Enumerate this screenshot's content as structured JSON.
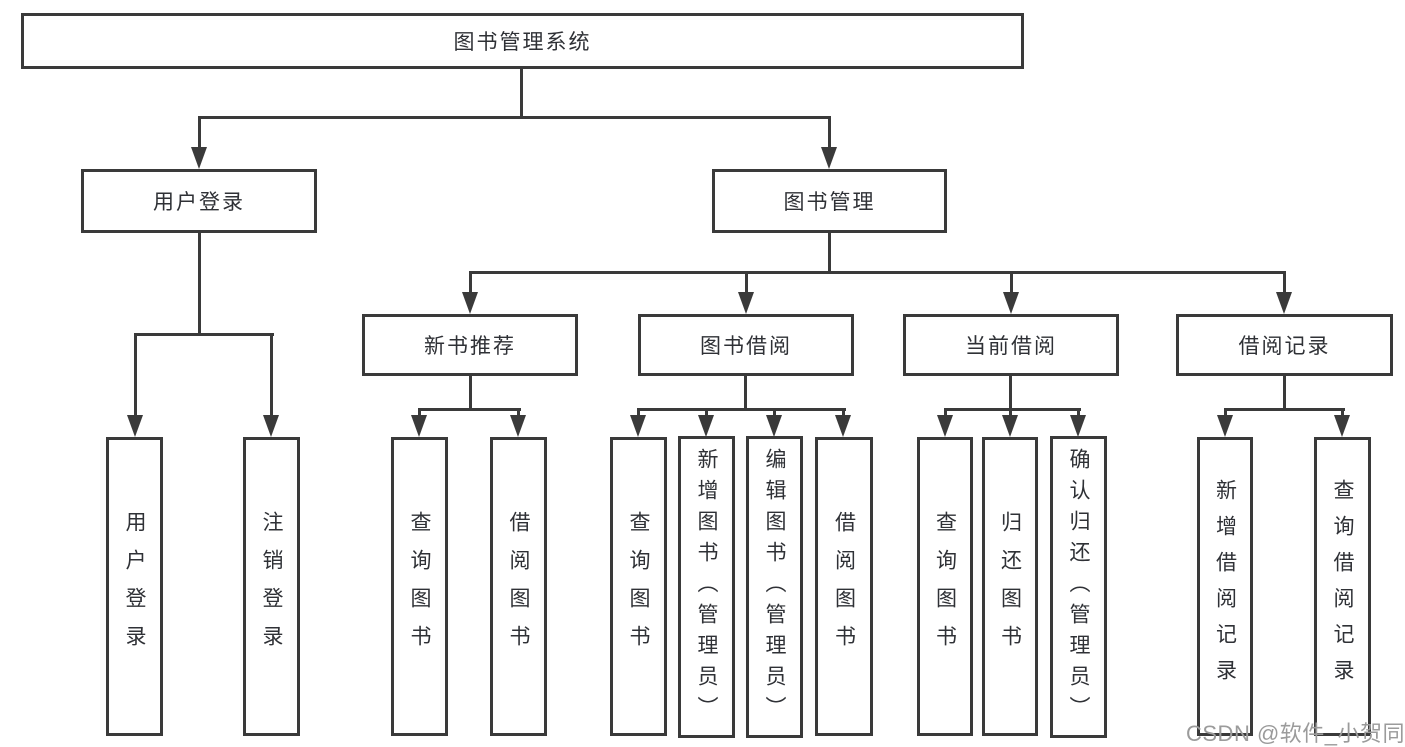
{
  "diagram": {
    "root": {
      "label": "图书管理系统"
    },
    "level2": [
      {
        "label": "用户登录"
      },
      {
        "label": "图书管理"
      }
    ],
    "level3": [
      {
        "label": "新书推荐"
      },
      {
        "label": "图书借阅"
      },
      {
        "label": "当前借阅"
      },
      {
        "label": "借阅记录"
      }
    ],
    "leaves": [
      {
        "label": "用户登录"
      },
      {
        "label": "注销登录"
      },
      {
        "label": "查询图书"
      },
      {
        "label": "借阅图书"
      },
      {
        "label": "查询图书"
      },
      {
        "label": "新增图书（管理员）"
      },
      {
        "label": "编辑图书（管理员）"
      },
      {
        "label": "借阅图书"
      },
      {
        "label": "查询图书"
      },
      {
        "label": "归还图书"
      },
      {
        "label": "确认归还（管理员）"
      },
      {
        "label": "新增借阅记录"
      },
      {
        "label": "查询借阅记录"
      }
    ]
  },
  "watermark": {
    "text": "CSDN @软件_小贺同学"
  },
  "colors": {
    "line": "#3a3a3a",
    "text": "#2f3136",
    "watermark": "#9b9b9b",
    "background": "#ffffff"
  }
}
